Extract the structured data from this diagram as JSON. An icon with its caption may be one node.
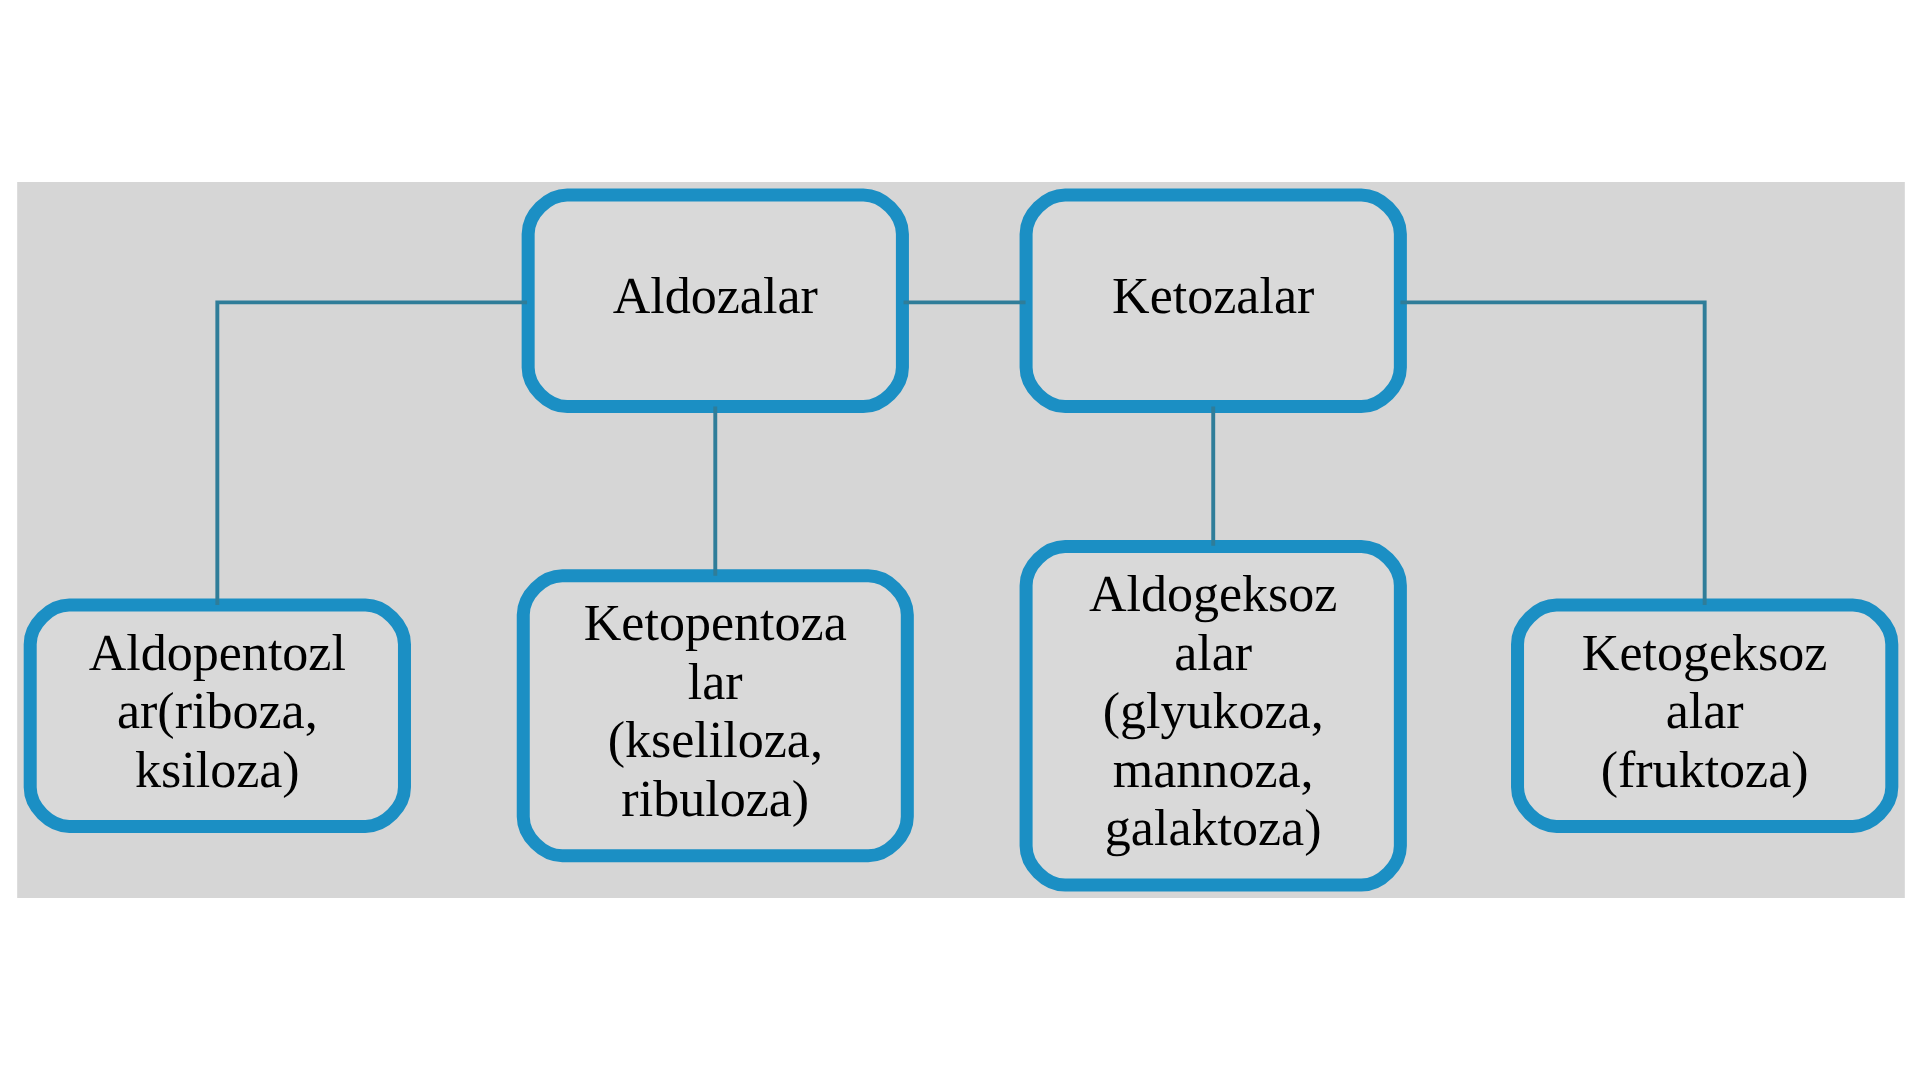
{
  "diagram": {
    "nodes": [
      {
        "text": [
          "Aldozalar"
        ]
      },
      {
        "text": [
          "Ketozalar"
        ]
      },
      {
        "text": [
          "Aldopentozl ar(riboza, ksiloza)"
        ]
      },
      {
        "text": [
          "Ketopentoza lar (kseliloza, ribuloza)"
        ]
      },
      {
        "text": [
          "Aldogeksoz alar (glyukoza, mannoza, galaktoza)"
        ]
      },
      {
        "text": [
          "Ketogeksoz alar (fruktoza)"
        ]
      }
    ],
    "edges": [
      {
        "from": 0,
        "to": 1,
        "arrow": "none"
      },
      {
        "from": 0,
        "to": 2,
        "arrow": "none"
      },
      {
        "from": 0,
        "to": 3,
        "arrow": "none"
      },
      {
        "from": 1,
        "to": 4,
        "arrow": "none"
      },
      {
        "from": 1,
        "to": 5,
        "arrow": "none"
      }
    ]
  }
}
